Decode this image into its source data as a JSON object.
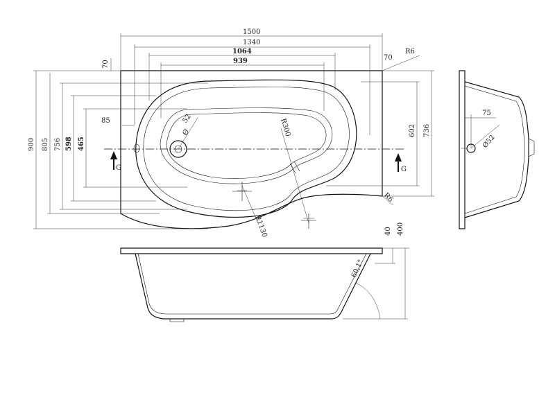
{
  "labels": {
    "w1500": "1500",
    "w1340": "1340",
    "w1064": "1064",
    "w939": "939",
    "d70_left": "70",
    "d70_right": "70",
    "r6_top": "R6",
    "r6_bottom": "R6",
    "h900": "900",
    "h805": "805",
    "h756": "756",
    "h598": "598",
    "h465": "465",
    "d85": "85",
    "dia_main": "Ø",
    "d52_main": "52",
    "r300": "R300",
    "r1130": "R1130",
    "h602": "602",
    "h736": "736",
    "section_left": "G",
    "section_right": "G",
    "d75": "75",
    "dia52_side": "Ø52",
    "d40": "40",
    "d400": "400",
    "angle": "60,1°"
  }
}
